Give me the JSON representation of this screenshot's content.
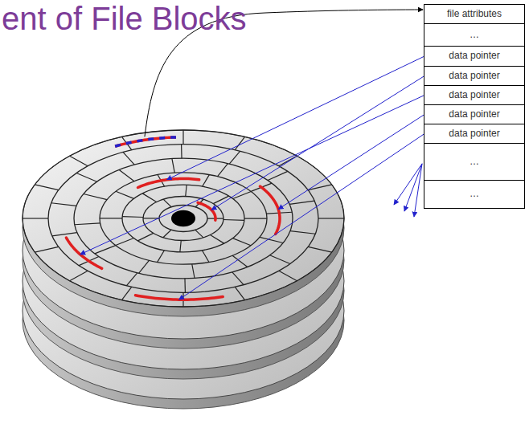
{
  "diagram": {
    "title": "ent of File Blocks",
    "nodes": [
      {
        "text": [
          "file attributes"
        ]
      },
      {
        "text": [
          "…"
        ]
      },
      {
        "text": [
          "data pointer"
        ]
      },
      {
        "text": [
          "data pointer"
        ]
      },
      {
        "text": [
          "data pointer"
        ]
      },
      {
        "text": [
          "data pointer"
        ]
      },
      {
        "text": [
          "data pointer"
        ]
      },
      {
        "text": [
          "…"
        ]
      },
      {
        "text": [
          "…"
        ]
      }
    ]
  }
}
